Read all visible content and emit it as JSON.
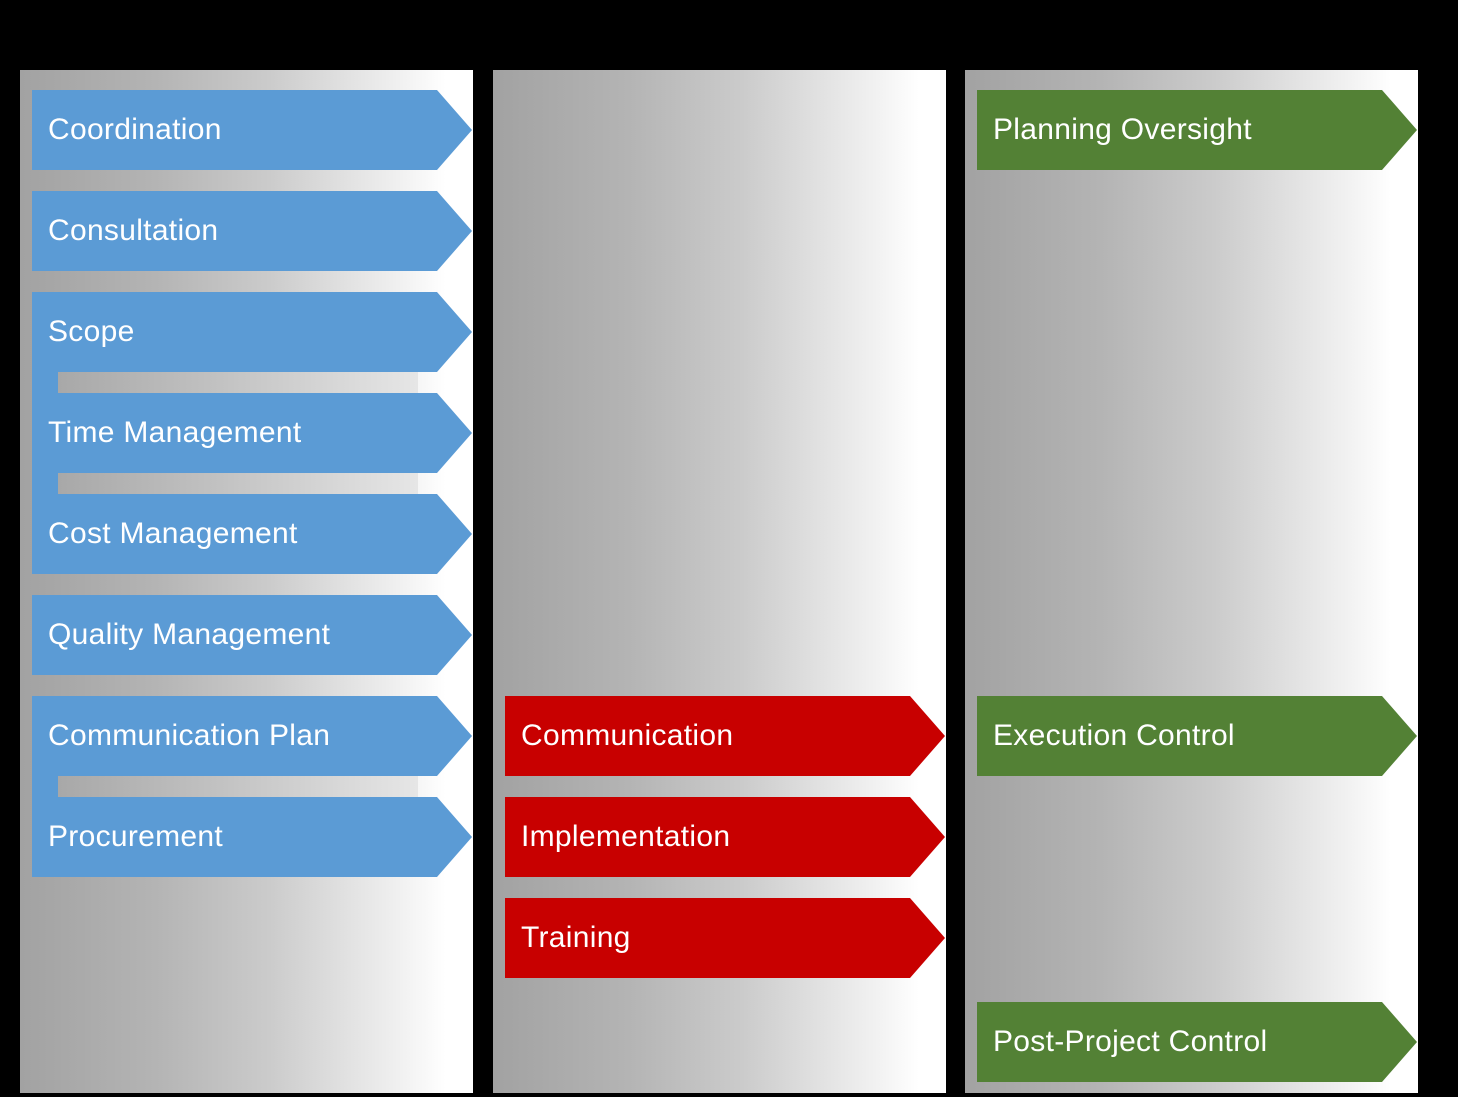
{
  "diagram": {
    "background_color": "#000000",
    "panel_gradient_left": "#A2A2A2",
    "panel_gradient_right": "#FFFFFF",
    "columns": [
      {
        "name": "left-column",
        "arrow_color": "#5B9BD5",
        "items": [
          {
            "label": "Coordination",
            "sub_item": false
          },
          {
            "label": "Consultation",
            "sub_item": false
          },
          {
            "label": "Scope",
            "sub_item": false
          },
          {
            "label": "Time Management",
            "sub_item": true
          },
          {
            "label": "Cost Management",
            "sub_item": true
          },
          {
            "label": "Quality Management",
            "sub_item": false
          },
          {
            "label": "Communication Plan",
            "sub_item": false
          },
          {
            "label": "Procurement",
            "sub_item": true
          }
        ]
      },
      {
        "name": "middle-column",
        "arrow_color": "#C80000",
        "items": [
          {
            "label": "Communication",
            "sub_item": false
          },
          {
            "label": "Implementation",
            "sub_item": false
          },
          {
            "label": "Training",
            "sub_item": false
          }
        ]
      },
      {
        "name": "right-column",
        "arrow_color": "#538135",
        "items": [
          {
            "label": "Planning Oversight",
            "sub_item": false
          },
          {
            "label": "Execution Control",
            "sub_item": false
          },
          {
            "label": "Post-Project Control",
            "sub_item": false
          }
        ]
      }
    ]
  }
}
